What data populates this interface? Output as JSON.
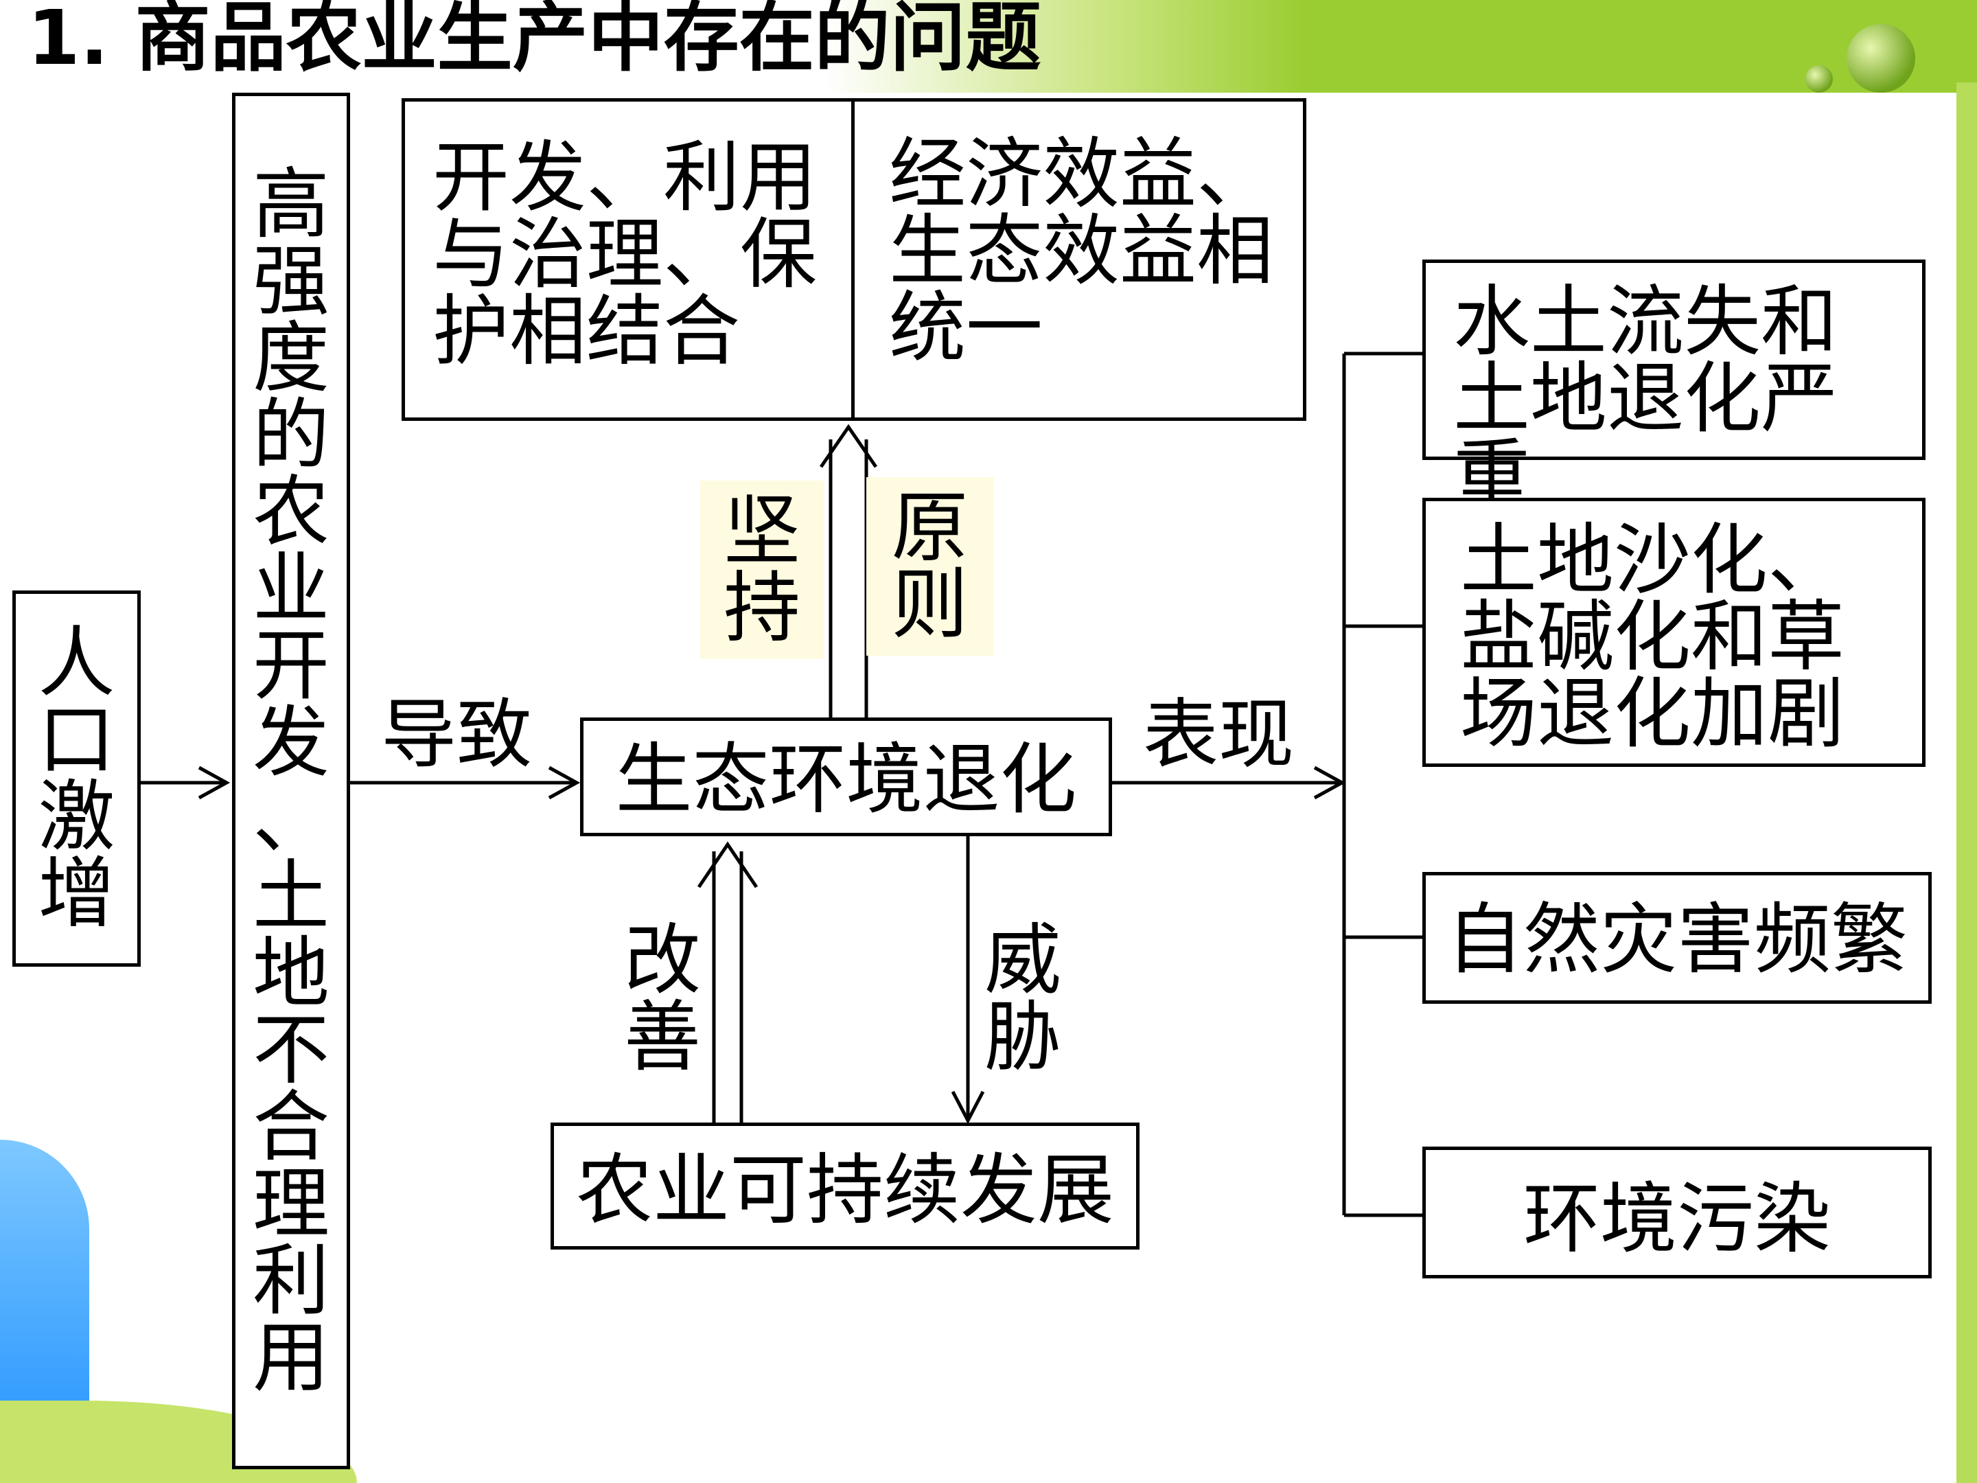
{
  "title": "1. 商品农业生产中存在的问题",
  "nodes": {
    "population": "人口激增",
    "overuse": "高强度的农业开发、土地不合理利用",
    "development": "开发、利用与治理、保护相结合",
    "benefits": "经济效益、生态效益相统一",
    "degradation": "生态环境退化",
    "sustainable": "农业可持续发展",
    "out1": "水土流失和土地退化严重",
    "out2": "土地沙化、盐碱化和草场退化加剧",
    "out3": "自然灾害频繁",
    "out4": "环境污染"
  },
  "labels": {
    "lead_to": "导致",
    "adhere": "坚持",
    "principle": "原则",
    "manifest": "表现",
    "improve": "改善",
    "threaten": "威胁"
  },
  "colors": {
    "accent_green": "#9ACD32",
    "accent_blue": "#1E90FF",
    "label_bg": "#FFFBE0"
  }
}
